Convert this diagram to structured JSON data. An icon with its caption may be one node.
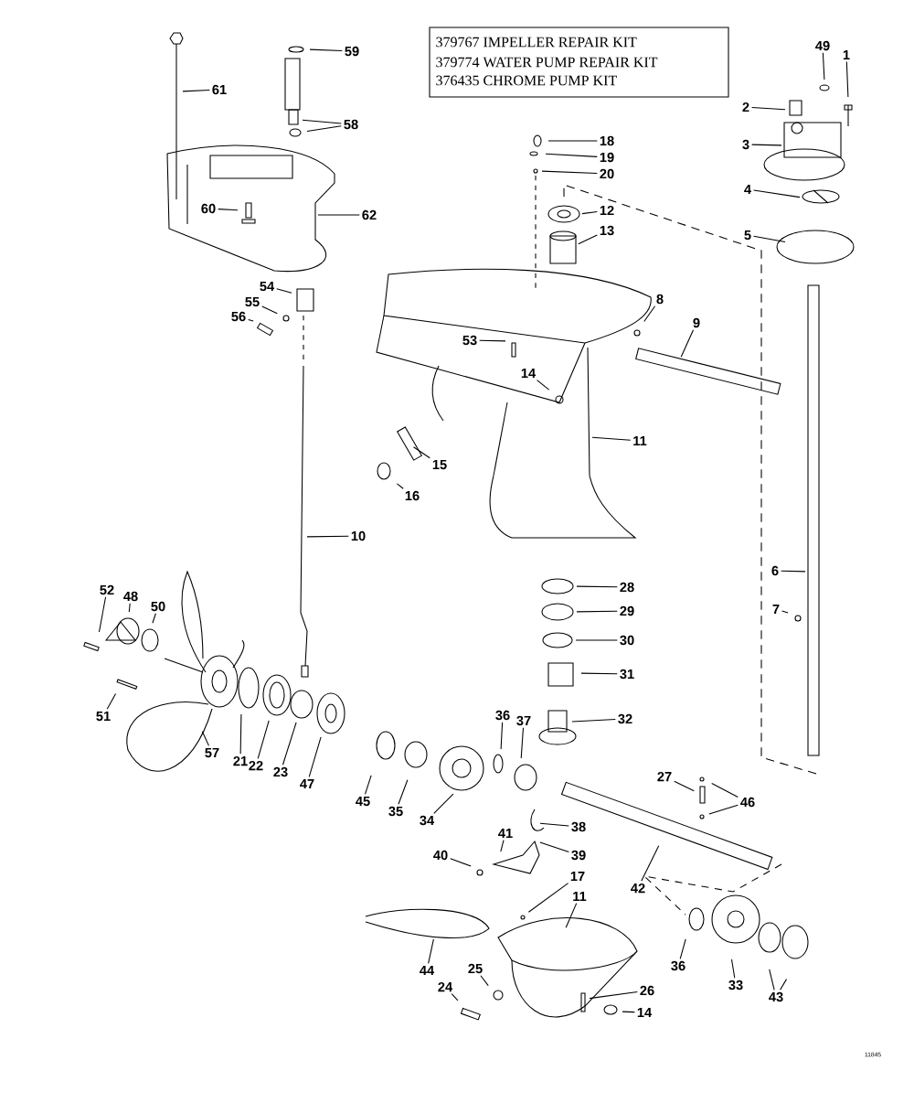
{
  "diagram": {
    "nodes": [
      {
        "text": [
          "61"
        ]
      },
      {
        "text": [
          "59"
        ]
      },
      {
        "text": [
          "58"
        ]
      },
      {
        "text": [
          "62"
        ]
      },
      {
        "text": [
          "60"
        ]
      },
      {
        "text": [
          "54"
        ]
      },
      {
        "text": [
          "55"
        ]
      },
      {
        "text": [
          "56"
        ]
      },
      {
        "text": [
          "49"
        ]
      },
      {
        "text": [
          "1"
        ]
      },
      {
        "text": [
          "2"
        ]
      },
      {
        "text": [
          "3"
        ]
      },
      {
        "text": [
          "4"
        ]
      },
      {
        "text": [
          "5"
        ]
      },
      {
        "text": [
          "18"
        ]
      },
      {
        "text": [
          "19"
        ]
      },
      {
        "text": [
          "20"
        ]
      },
      {
        "text": [
          "12"
        ]
      },
      {
        "text": [
          "13"
        ]
      },
      {
        "text": [
          "8"
        ]
      },
      {
        "text": [
          "9"
        ]
      },
      {
        "text": [
          "53"
        ]
      },
      {
        "text": [
          "14"
        ]
      },
      {
        "text": [
          "11"
        ]
      },
      {
        "text": [
          "15"
        ]
      },
      {
        "text": [
          "16"
        ]
      },
      {
        "text": [
          "10"
        ]
      },
      {
        "text": [
          "6"
        ]
      },
      {
        "text": [
          "7"
        ]
      },
      {
        "text": [
          "28"
        ]
      },
      {
        "text": [
          "29"
        ]
      },
      {
        "text": [
          "30"
        ]
      },
      {
        "text": [
          "31"
        ]
      },
      {
        "text": [
          "32"
        ]
      },
      {
        "text": [
          "52"
        ]
      },
      {
        "text": [
          "48"
        ]
      },
      {
        "text": [
          "50"
        ]
      },
      {
        "text": [
          "51"
        ]
      },
      {
        "text": [
          "57"
        ]
      },
      {
        "text": [
          "21"
        ]
      },
      {
        "text": [
          "22"
        ]
      },
      {
        "text": [
          "23"
        ]
      },
      {
        "text": [
          "47"
        ]
      },
      {
        "text": [
          "36"
        ]
      },
      {
        "text": [
          "37"
        ]
      },
      {
        "text": [
          "45"
        ]
      },
      {
        "text": [
          "35"
        ]
      },
      {
        "text": [
          "34"
        ]
      },
      {
        "text": [
          "27"
        ]
      },
      {
        "text": [
          "46"
        ]
      },
      {
        "text": [
          "38"
        ]
      },
      {
        "text": [
          "41"
        ]
      },
      {
        "text": [
          "39"
        ]
      },
      {
        "text": [
          "40"
        ]
      },
      {
        "text": [
          "42"
        ]
      },
      {
        "text": [
          "17"
        ]
      },
      {
        "text": [
          "11"
        ]
      },
      {
        "text": [
          "36"
        ]
      },
      {
        "text": [
          "33"
        ]
      },
      {
        "text": [
          "43"
        ]
      },
      {
        "text": [
          "44"
        ]
      },
      {
        "text": [
          "24"
        ]
      },
      {
        "text": [
          "25"
        ]
      },
      {
        "text": [
          "26"
        ]
      },
      {
        "text": [
          "14"
        ]
      }
    ],
    "edges": [
      {
        "from": 0,
        "to": null,
        "arrow": "none"
      },
      {
        "from": 1,
        "to": null,
        "arrow": "none"
      },
      {
        "from": 2,
        "to": null,
        "arrow": "none"
      },
      {
        "from": 2,
        "to": null,
        "arrow": "none"
      },
      {
        "from": 3,
        "to": null,
        "arrow": "none"
      },
      {
        "from": 4,
        "to": null,
        "arrow": "none"
      },
      {
        "from": 5,
        "to": null,
        "arrow": "none"
      },
      {
        "from": 6,
        "to": null,
        "arrow": "none"
      },
      {
        "from": 7,
        "to": null,
        "arrow": "none"
      },
      {
        "from": 8,
        "to": null,
        "arrow": "none"
      },
      {
        "from": 9,
        "to": null,
        "arrow": "none"
      },
      {
        "from": 10,
        "to": null,
        "arrow": "none"
      },
      {
        "from": 11,
        "to": null,
        "arrow": "none"
      },
      {
        "from": 12,
        "to": null,
        "arrow": "none"
      },
      {
        "from": 13,
        "to": null,
        "arrow": "none"
      },
      {
        "from": 14,
        "to": null,
        "arrow": "none"
      },
      {
        "from": 15,
        "to": null,
        "arrow": "none"
      },
      {
        "from": 16,
        "to": null,
        "arrow": "none"
      },
      {
        "from": 17,
        "to": null,
        "arrow": "none"
      },
      {
        "from": 18,
        "to": null,
        "arrow": "none"
      },
      {
        "from": 19,
        "to": null,
        "arrow": "none"
      },
      {
        "from": 20,
        "to": null,
        "arrow": "none"
      },
      {
        "from": 21,
        "to": null,
        "arrow": "none"
      },
      {
        "from": 22,
        "to": null,
        "arrow": "none"
      },
      {
        "from": 23,
        "to": null,
        "arrow": "none"
      },
      {
        "from": 24,
        "to": null,
        "arrow": "none"
      },
      {
        "from": 25,
        "to": null,
        "arrow": "none"
      },
      {
        "from": 26,
        "to": null,
        "arrow": "none"
      },
      {
        "from": 27,
        "to": null,
        "arrow": "none"
      },
      {
        "from": 28,
        "to": null,
        "arrow": "none"
      },
      {
        "from": 29,
        "to": null,
        "arrow": "none"
      },
      {
        "from": 30,
        "to": null,
        "arrow": "none"
      },
      {
        "from": 31,
        "to": null,
        "arrow": "none"
      },
      {
        "from": 32,
        "to": null,
        "arrow": "none"
      },
      {
        "from": 33,
        "to": null,
        "arrow": "none"
      },
      {
        "from": 34,
        "to": null,
        "arrow": "none"
      },
      {
        "from": 35,
        "to": null,
        "arrow": "none"
      },
      {
        "from": 36,
        "to": null,
        "arrow": "none"
      },
      {
        "from": 37,
        "to": null,
        "arrow": "none"
      },
      {
        "from": 38,
        "to": null,
        "arrow": "none"
      },
      {
        "from": 39,
        "to": null,
        "arrow": "none"
      },
      {
        "from": 40,
        "to": null,
        "arrow": "none"
      },
      {
        "from": 41,
        "to": null,
        "arrow": "none"
      },
      {
        "from": 42,
        "to": null,
        "arrow": "none"
      },
      {
        "from": 43,
        "to": null,
        "arrow": "none"
      },
      {
        "from": 44,
        "to": null,
        "arrow": "none"
      },
      {
        "from": 45,
        "to": null,
        "arrow": "none"
      },
      {
        "from": 46,
        "to": null,
        "arrow": "none"
      },
      {
        "from": 47,
        "to": null,
        "arrow": "none"
      },
      {
        "from": 48,
        "to": null,
        "arrow": "none"
      },
      {
        "from": 49,
        "to": null,
        "arrow": "none"
      },
      {
        "from": 49,
        "to": null,
        "arrow": "none"
      },
      {
        "from": 50,
        "to": null,
        "arrow": "none"
      },
      {
        "from": 51,
        "to": null,
        "arrow": "none"
      },
      {
        "from": 52,
        "to": null,
        "arrow": "none"
      },
      {
        "from": 53,
        "to": null,
        "arrow": "none"
      },
      {
        "from": 54,
        "to": null,
        "arrow": "none"
      },
      {
        "from": 55,
        "to": null,
        "arrow": "none"
      },
      {
        "from": 56,
        "to": null,
        "arrow": "none"
      },
      {
        "from": 57,
        "to": null,
        "arrow": "none"
      },
      {
        "from": 58,
        "to": null,
        "arrow": "none"
      },
      {
        "from": 59,
        "to": null,
        "arrow": "none"
      },
      {
        "from": 59,
        "to": null,
        "arrow": "none"
      },
      {
        "from": 60,
        "to": null,
        "arrow": "none"
      },
      {
        "from": 61,
        "to": null,
        "arrow": "none"
      },
      {
        "from": 62,
        "to": null,
        "arrow": "none"
      },
      {
        "from": 63,
        "to": null,
        "arrow": "none"
      },
      {
        "from": 64,
        "to": null,
        "arrow": "none"
      }
    ],
    "labels": [
      "379767 IMPELLER REPAIR KIT",
      "379774 WATER PUMP REPAIR KIT",
      "376435 CHROME PUMP KIT",
      "11845"
    ]
  }
}
